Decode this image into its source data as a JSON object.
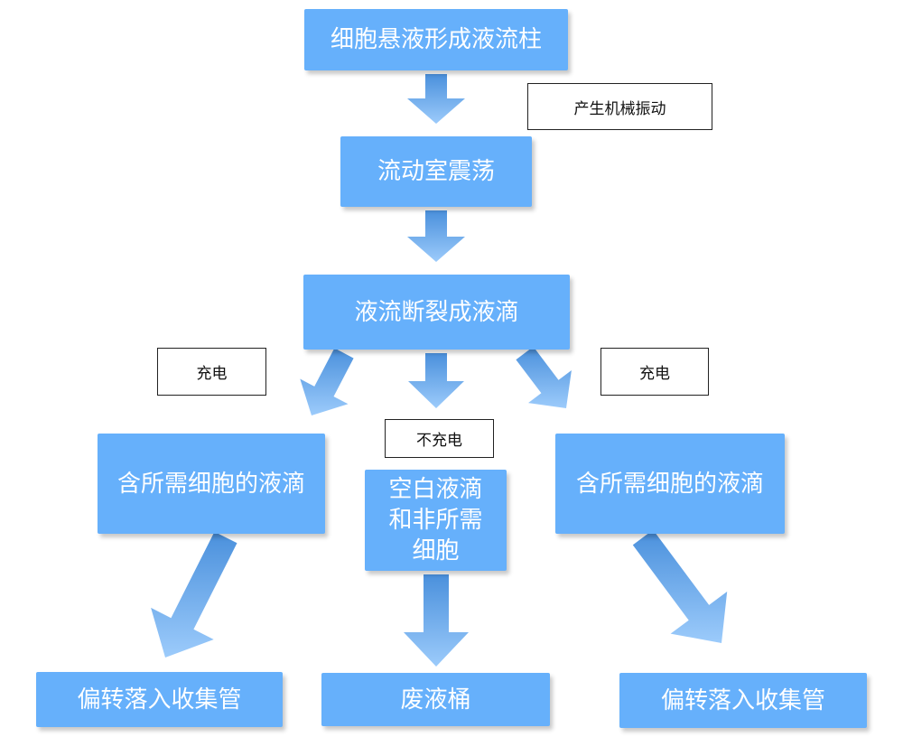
{
  "colors": {
    "box_fill": "#66b0fb",
    "arrow_light": "#9ccbfb",
    "arrow_dark": "#4a90dc",
    "label_border": "#222222"
  },
  "nodes": {
    "stream": "细胞悬液形成液流柱",
    "oscillate": "流动室震荡",
    "breakup": "液流断裂成液滴",
    "target_left": "含所需细胞的液滴",
    "blank": "空白液滴\n和非所需\n细胞",
    "target_right": "含所需细胞的液滴",
    "collect_left": "偏转落入收集管",
    "waste": "废液桶",
    "collect_right": "偏转落入收集管"
  },
  "labels": {
    "vibration": "产生机械振动",
    "charge_left": "充电",
    "no_charge": "不充电",
    "charge_right": "充电"
  }
}
